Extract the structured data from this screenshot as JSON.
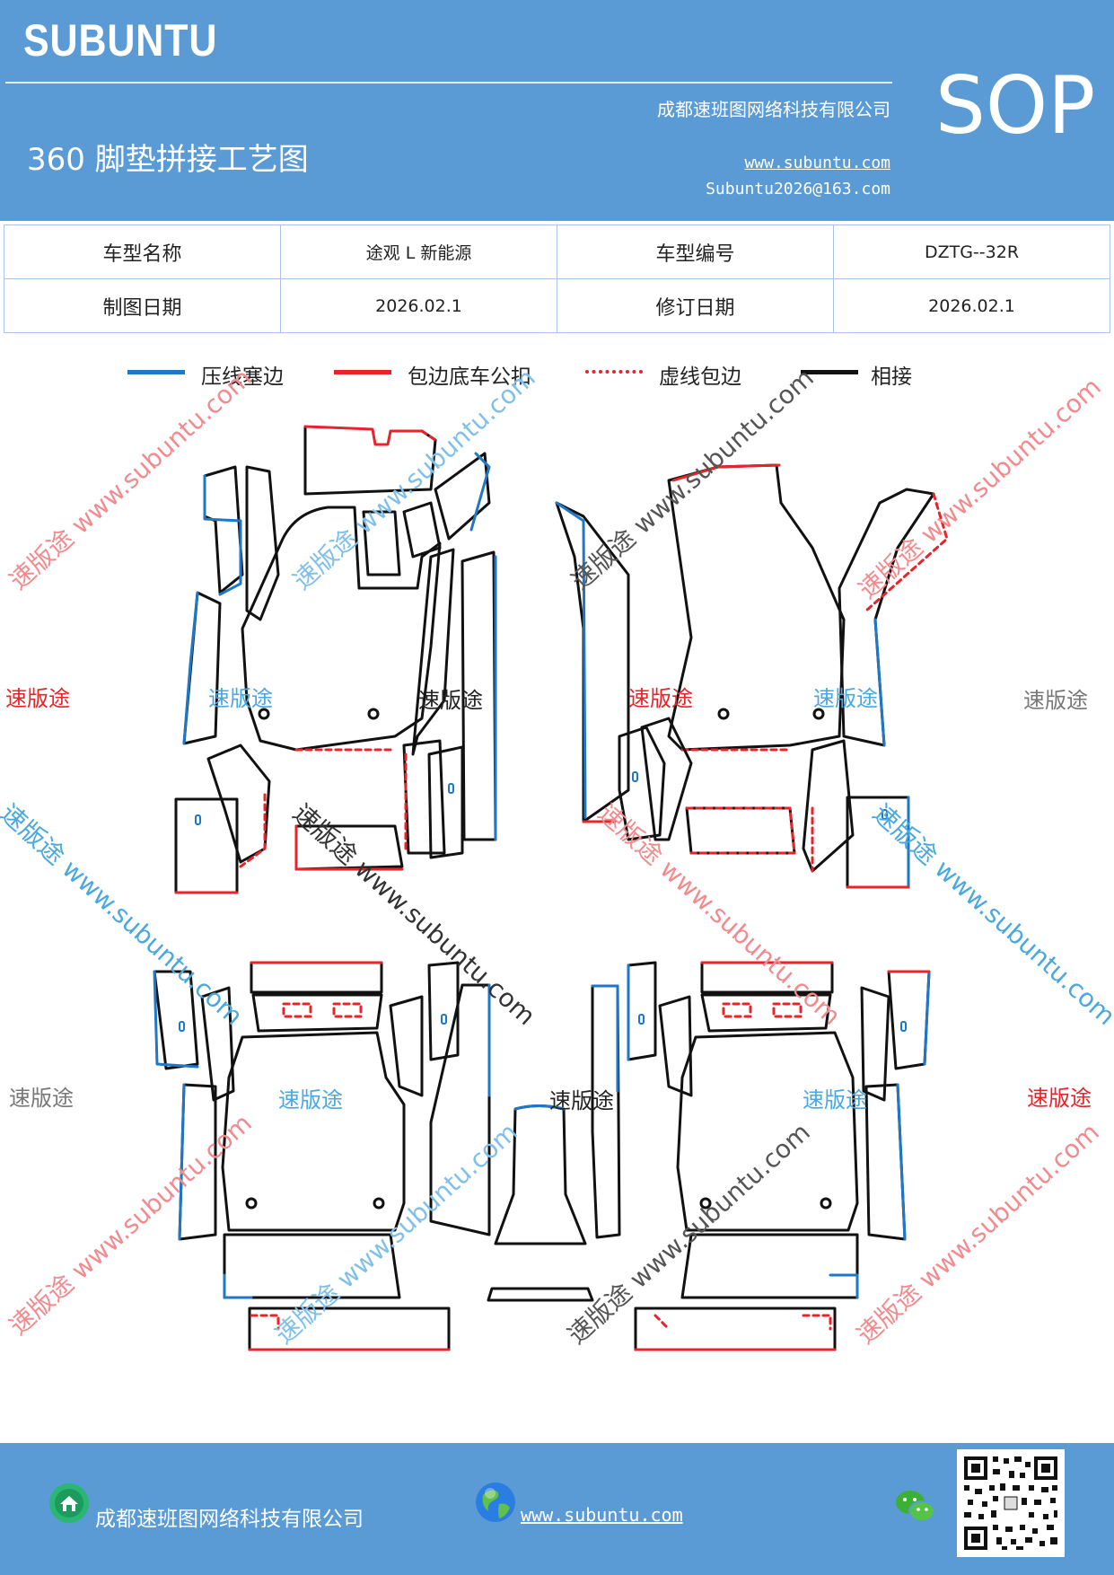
{
  "header": {
    "brand": "SUBUNTU",
    "sop": "SOP",
    "company": "成都速班图网络科技有限公司",
    "title": "360 脚垫拼接工艺图",
    "website": "www.subuntu.com",
    "email": "Subuntu2026@163.com"
  },
  "info_table": {
    "model_name_label": "车型名称",
    "model_name_value": "途观 L 新能源",
    "model_code_label": "车型编号",
    "model_code_value": "DZTG--32R",
    "draw_date_label": "制图日期",
    "draw_date_value": "2026.02.1",
    "revise_date_label": "修订日期",
    "revise_date_value": "2026.02.1"
  },
  "legend": [
    {
      "label": "压线塞边",
      "color": "#1f77c7",
      "style": "solid"
    },
    {
      "label": "包边底车公扣",
      "color": "#e8242a",
      "style": "solid"
    },
    {
      "label": "虚线包边",
      "color": "#e8242a",
      "style": "dashed"
    },
    {
      "label": "相接",
      "color": "#111111",
      "style": "solid"
    }
  ],
  "watermark": {
    "brand_cn": "速版途",
    "diag_text": "速版途 www.subuntu.com"
  },
  "footer": {
    "company": "成都速班图网络科技有限公司",
    "url": "www.subuntu.com",
    "company_icon": "home-badge-icon",
    "url_icon": "globe-icon",
    "wechat_icon": "wechat-icon"
  },
  "colors": {
    "header_bg": "#5b9bd5",
    "press_line": "#1f77c7",
    "wrap_line": "#e8242a",
    "joint_line": "#111111"
  }
}
